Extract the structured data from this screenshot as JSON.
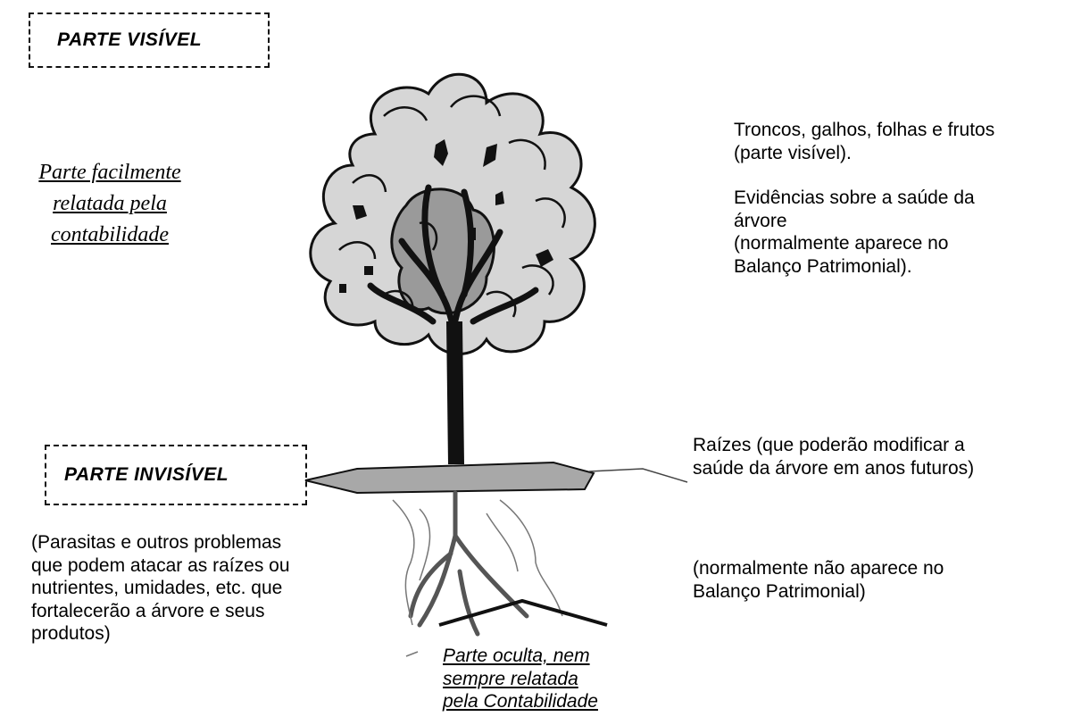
{
  "labels": {
    "visible_box": "PARTE VISÍVEL",
    "invisible_box": "PARTE INVISÍVEL",
    "easily_reported": "Parte facilmente relatada pela contabilidade",
    "visible_desc_1": "Troncos, galhos, folhas e frutos\n(parte visível).",
    "visible_desc_2": "Evidências sobre a saúde da\nárvore\n(normalmente aparece no\nBalanço Patrimonial).",
    "roots_desc_1": "Raízes (que poderão modificar a\nsaúde da árvore em anos futuros)",
    "roots_desc_2": "(normalmente não aparece no\nBalanço Patrimonial)",
    "parasites_desc": "(Parasitas e outros problemas\nque podem atacar as raízes ou\nnutrientes, umidades, etc. que\nfortalecerão a árvore e seus\nprodutos)",
    "hidden_part": "Parte oculta, nem\nsempre relatada\npela Contabilidade"
  },
  "illustration": {
    "subject": "tree-with-roots",
    "colors": {
      "leaf": "#d6d6d6",
      "inner_leaf": "#9a9a9a",
      "trunk": "#111111",
      "ground": "#a8a8a8",
      "roots": "#555555"
    }
  }
}
